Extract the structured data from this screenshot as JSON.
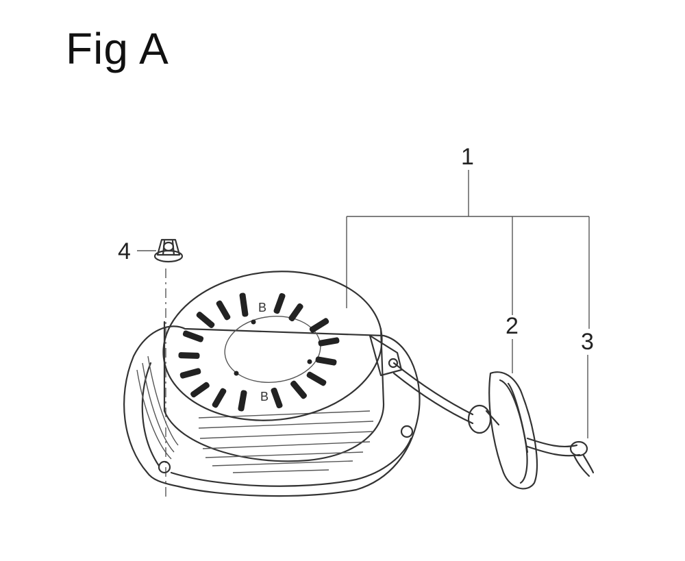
{
  "figure": {
    "title": "Fig A"
  },
  "callouts": {
    "c1": "1",
    "c2": "2",
    "c3": "3",
    "c4": "4"
  },
  "parts": {
    "p1": "recoil-starter-assembly",
    "p2": "starter-grip",
    "p3": "starter-rope",
    "p4": "flange-nut"
  },
  "embossed": {
    "top": "B",
    "bottom": "B"
  }
}
